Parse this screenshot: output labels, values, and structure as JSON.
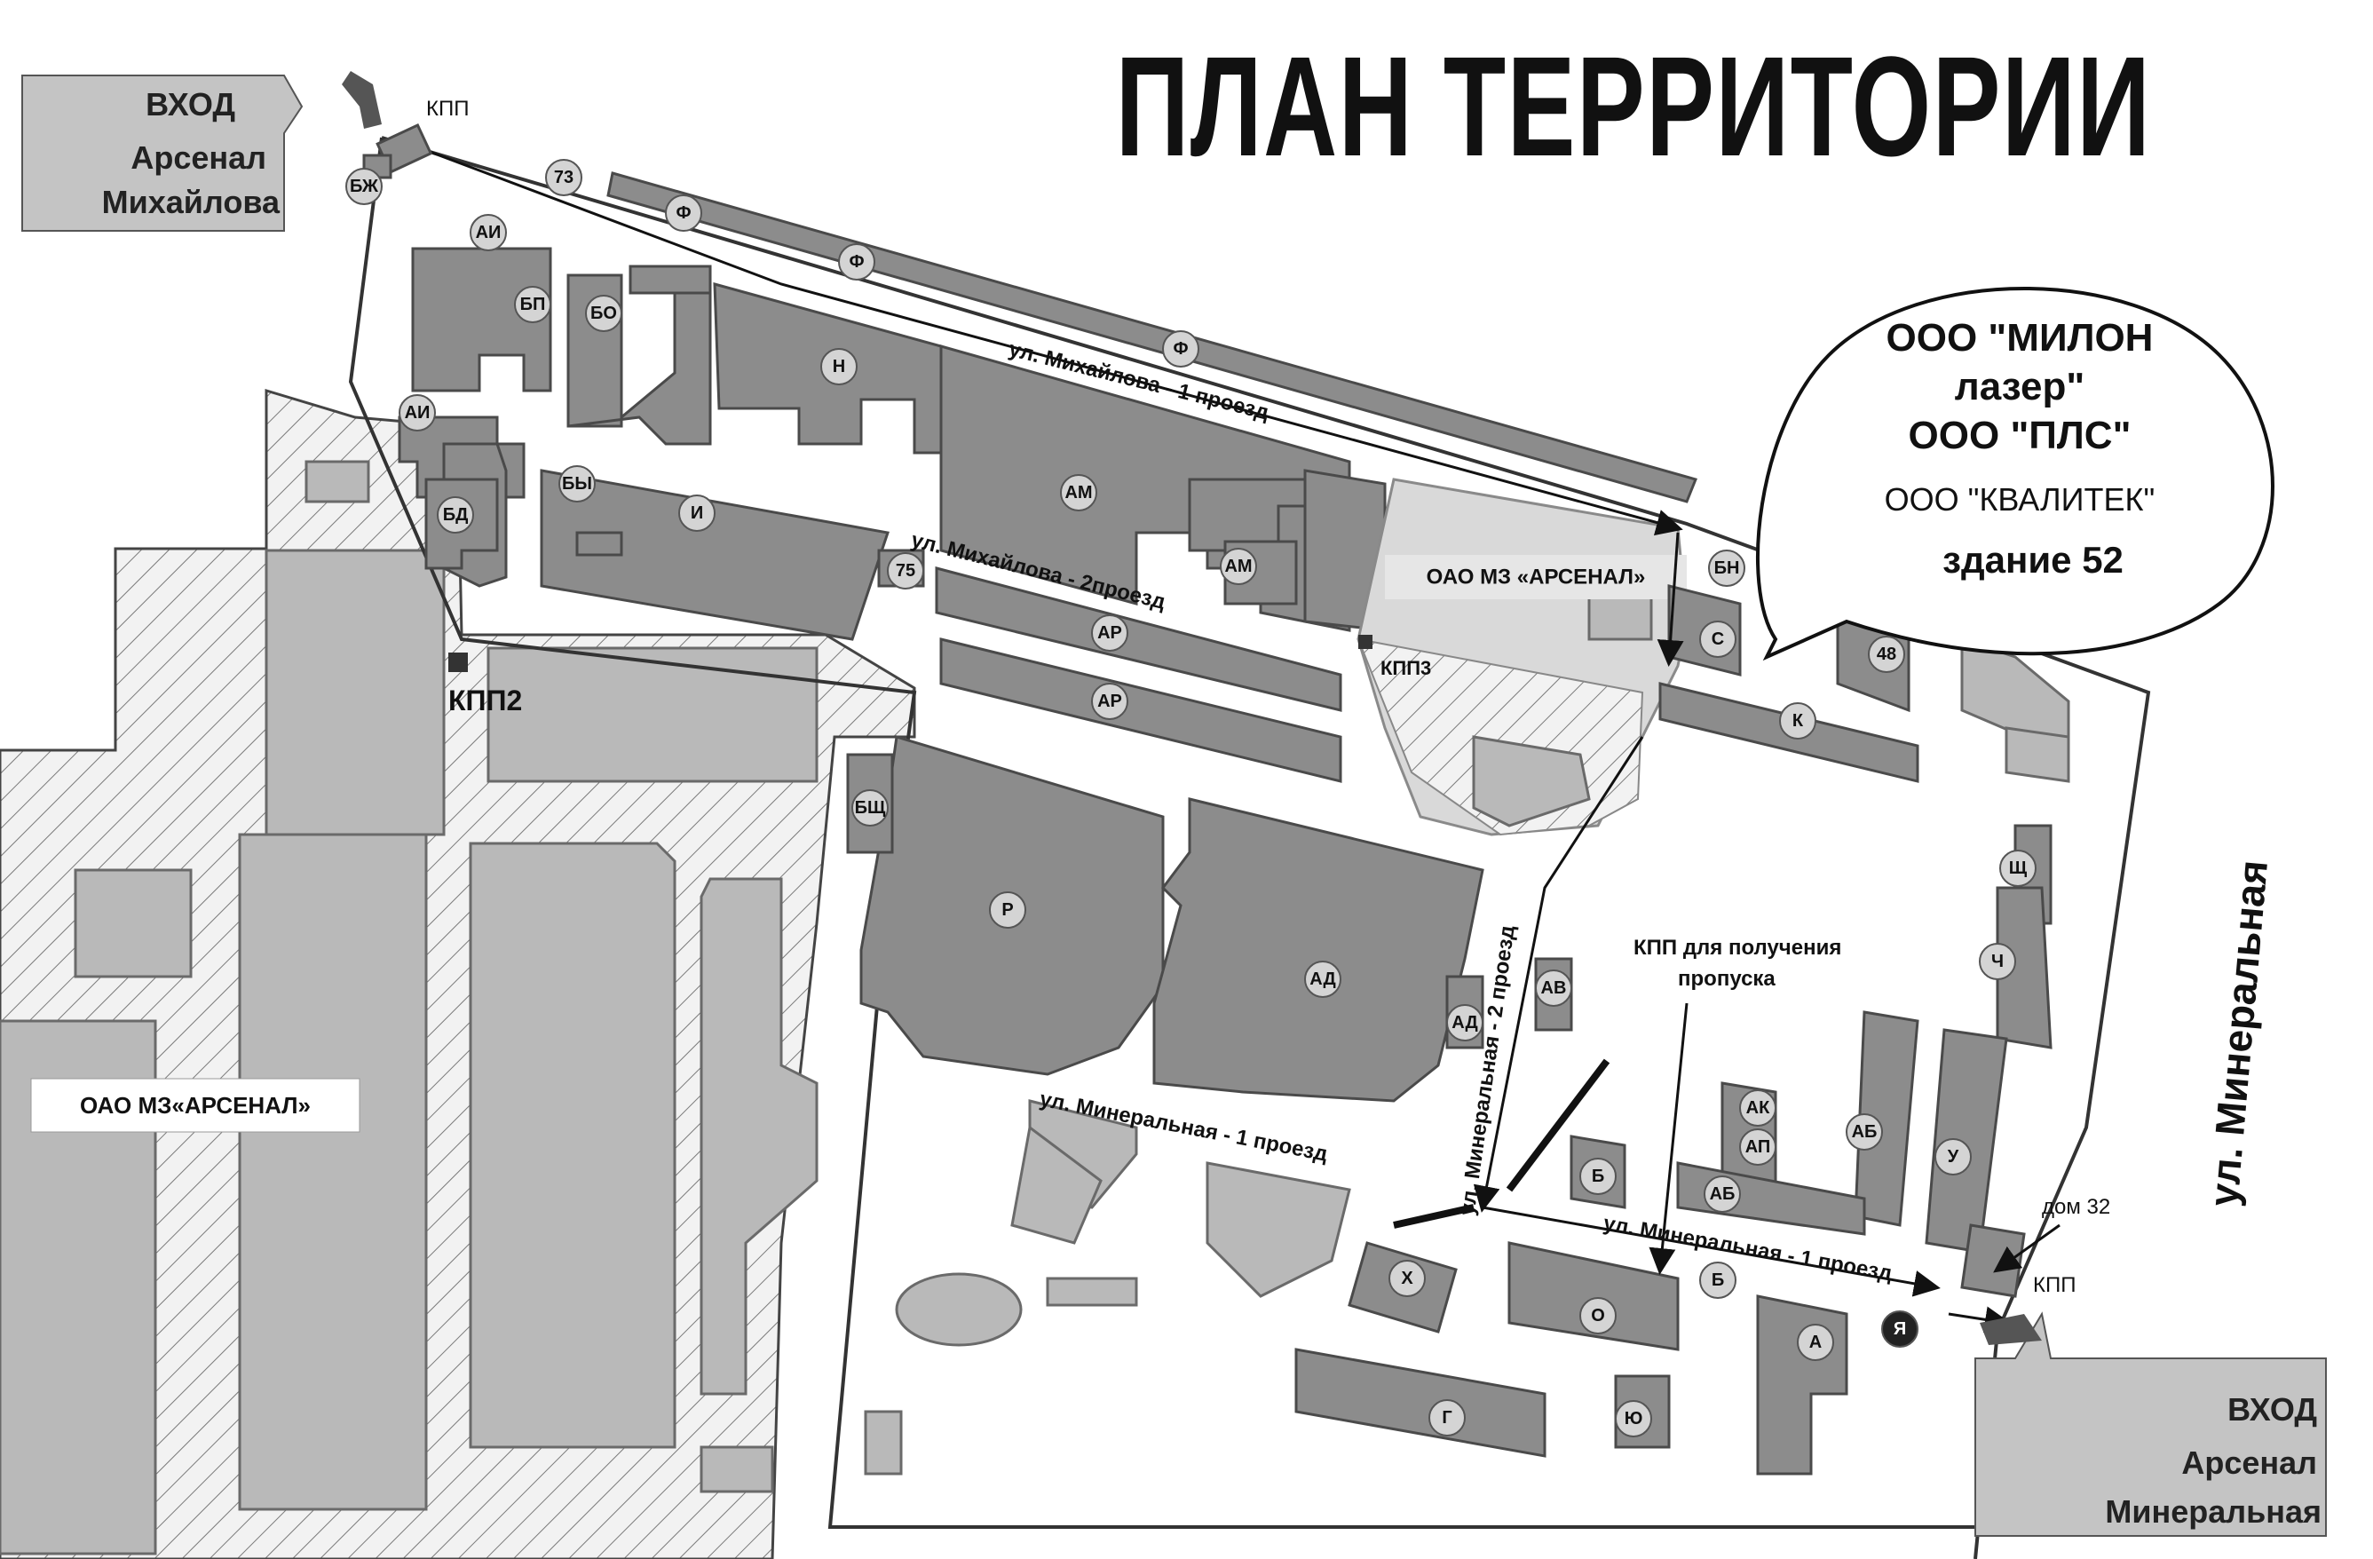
{
  "title": "ПЛАН ТЕРРИТОРИИ",
  "entrances": {
    "top_left": {
      "word": "ВХОД",
      "line1": "Арсенал",
      "line2": "Михайлова"
    },
    "bottom_right": {
      "word": "ВХОД",
      "line1": "Арсенал",
      "line2": "Минеральная"
    }
  },
  "callout": {
    "line1": "ООО \"МИЛОН",
    "line2": "лазер\"",
    "line3": "ООО \"ПЛС\"",
    "line4": "ООО \"КВАЛИТЕК\"",
    "line5": "здание 52"
  },
  "checkpoints": {
    "kpp_top": "КПП",
    "kpp2": "КПП2",
    "kpp3": "КПП3",
    "kpp_right": "КПП",
    "kpp_pass_line1": "КПП для получения",
    "kpp_pass_line2": "пропуска"
  },
  "annotations": {
    "house": "дом 32"
  },
  "areas": {
    "arsenal_left": "ОАО МЗ«АРСЕНАЛ»",
    "arsenal_center": "ОАО МЗ «АРСЕНАЛ»"
  },
  "streets": {
    "mikh1": "ул. Михайлова - 1 проезд",
    "mikh2": "ул. Михайлова - 2проезд",
    "min1": "ул. Минеральная - 1 проезд",
    "min1b": "ул. Минеральная - 1 проезд",
    "min2": "ул. Минеральная - 2 проезд",
    "mineral": "ул. Минеральная"
  },
  "buildings": {
    "b73": "73",
    "f1": "Ф",
    "f2": "Ф",
    "f3": "Ф",
    "bzh": "БЖ",
    "ai1": "АИ",
    "ai2": "АИ",
    "bp": "БП",
    "bo": "БО",
    "n": "Н",
    "by": "БЫ",
    "bd": "БД",
    "i": "И",
    "b75": "75",
    "am1": "АМ",
    "am2": "АМ",
    "ar1": "АР",
    "ar2": "АР",
    "bsch": "БЩ",
    "r": "Р",
    "ad1": "АД",
    "ad2": "АД",
    "av": "АВ",
    "bn": "БН",
    "s": "С",
    "b48": "48",
    "k": "К",
    "sch": "Щ",
    "ch": "Ч",
    "ak": "АК",
    "ap": "АП",
    "ab1": "АБ",
    "ab2": "АБ",
    "b": "Б",
    "b2": "Б",
    "u": "У",
    "x": "Х",
    "o": "О",
    "a": "А",
    "g": "Г",
    "yu": "Ю",
    "ya": "Я"
  }
}
